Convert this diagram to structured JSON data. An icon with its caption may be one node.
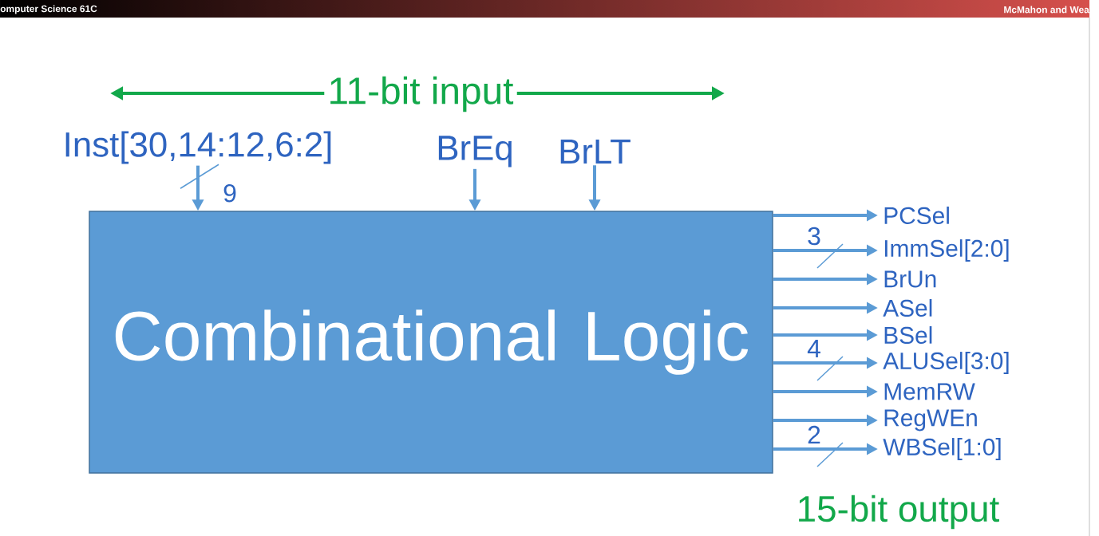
{
  "diagram": {
    "nodes": [
      {
        "text": [
          "Combinational Logic"
        ]
      },
      {
        "text": [
          "Inst[30,14:12,6:2]"
        ]
      },
      {
        "text": [
          "BrEq"
        ]
      },
      {
        "text": [
          "BrLT"
        ]
      },
      {
        "text": [
          "PCSel"
        ]
      },
      {
        "text": [
          "ImmSel[2:0]"
        ]
      },
      {
        "text": [
          "BrUn"
        ]
      },
      {
        "text": [
          "ASel"
        ]
      },
      {
        "text": [
          "BSel"
        ]
      },
      {
        "text": [
          "ALUSel[3:0]"
        ]
      },
      {
        "text": [
          "MemRW"
        ]
      },
      {
        "text": [
          "RegWEn"
        ]
      },
      {
        "text": [
          "WBSel[1:0]"
        ]
      }
    ],
    "edges": [
      {
        "from": 1,
        "to": 0,
        "arrow": "to",
        "label": "9"
      },
      {
        "from": 2,
        "to": 0,
        "arrow": "to"
      },
      {
        "from": 3,
        "to": 0,
        "arrow": "to"
      },
      {
        "from": 0,
        "to": 4,
        "arrow": "to"
      },
      {
        "from": 0,
        "to": 5,
        "arrow": "to",
        "label": "3"
      },
      {
        "from": 0,
        "to": 6,
        "arrow": "to"
      },
      {
        "from": 0,
        "to": 7,
        "arrow": "to"
      },
      {
        "from": 0,
        "to": 8,
        "arrow": "to"
      },
      {
        "from": 0,
        "to": 9,
        "arrow": "to",
        "label": "4"
      },
      {
        "from": 0,
        "to": 10,
        "arrow": "to"
      },
      {
        "from": 0,
        "to": 11,
        "arrow": "to"
      },
      {
        "from": 0,
        "to": 12,
        "arrow": "to",
        "label": "2"
      }
    ],
    "labels": [
      "omputer Science 61C",
      "McMahon and Wea",
      "11-bit input",
      "15-bit output"
    ]
  }
}
